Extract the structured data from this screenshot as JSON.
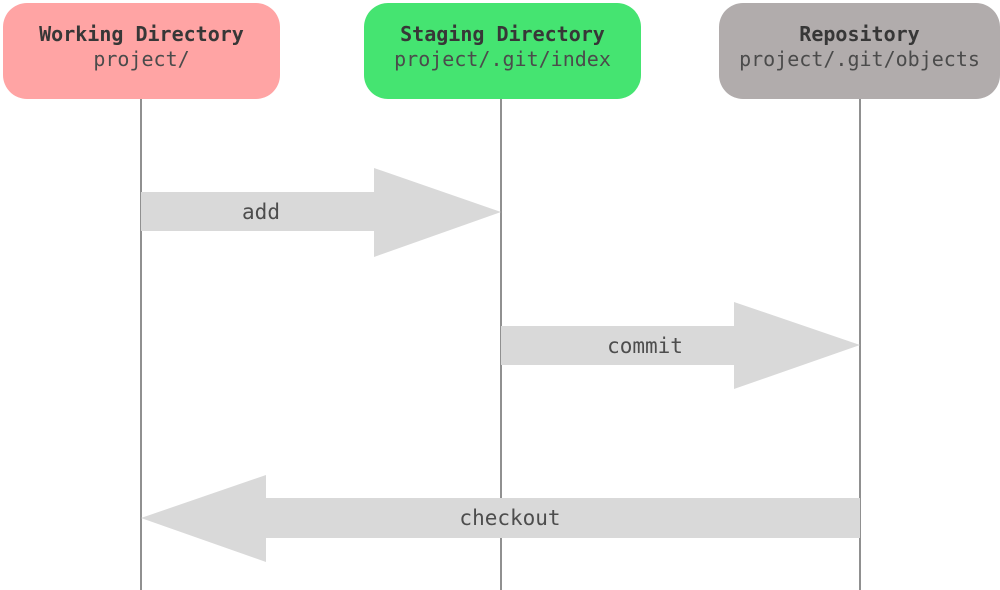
{
  "diagram": {
    "title_hint": "Git working directory / staging / repository flow",
    "nodes": [
      {
        "id": "working-directory",
        "title": "Working Directory",
        "subtitle": "project/",
        "color": "#ffa4a4"
      },
      {
        "id": "staging-directory",
        "title": "Staging Directory",
        "subtitle": "project/.git/index",
        "color": "#45e471"
      },
      {
        "id": "repository",
        "title": "Repository",
        "subtitle": "project/.git/objects",
        "color": "#b1acac"
      }
    ],
    "arrows": [
      {
        "label": "add",
        "from": "working-directory",
        "to": "staging-directory",
        "direction": "right"
      },
      {
        "label": "commit",
        "from": "staging-directory",
        "to": "repository",
        "direction": "right"
      },
      {
        "label": "checkout",
        "from": "repository",
        "to": "working-directory",
        "direction": "left"
      }
    ],
    "colors": {
      "arrow": "#d9d9d9",
      "lifeline": "#909090",
      "title_text": "#373737",
      "subtitle_text": "#4b4b4b",
      "label_text": "#4d4d4d",
      "background": "#ffffff"
    }
  }
}
